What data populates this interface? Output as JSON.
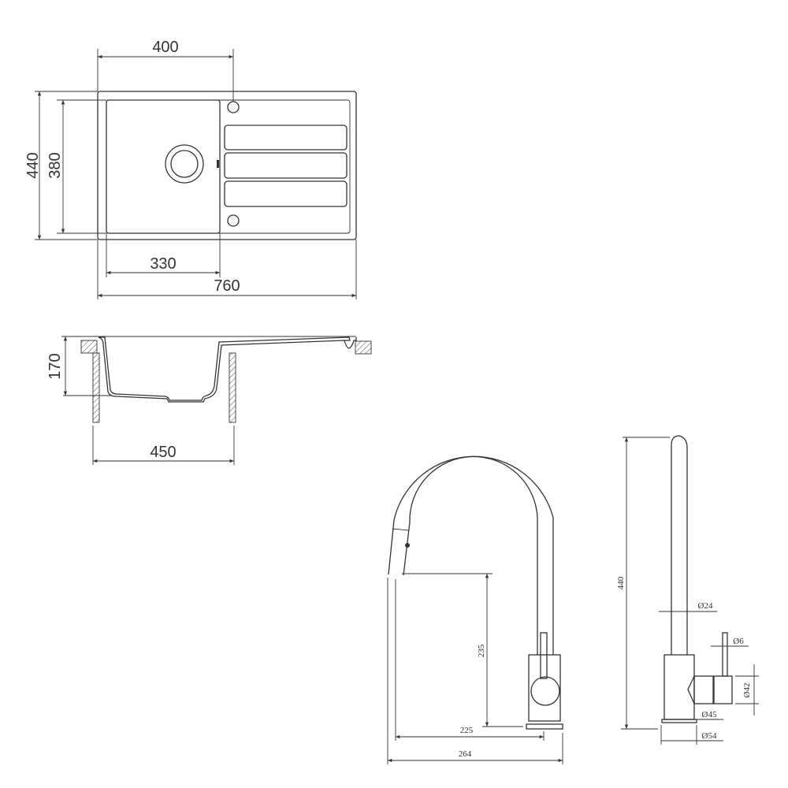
{
  "sink_top_view": {
    "width_to_tap_hole": "400",
    "overall_depth": "440",
    "bowl_depth": "380",
    "bowl_width": "330",
    "overall_width": "760"
  },
  "sink_section_view": {
    "bowl_height": "170",
    "cabinet_width": "450"
  },
  "faucet_front_view": {
    "spout_height": "235",
    "spout_reach": "225",
    "overall_reach": "264"
  },
  "faucet_side_view": {
    "overall_height": "440",
    "tube_diameter": "Ø24",
    "lever_diameter": "Ø6",
    "handle_diameter": "Ø42",
    "body_diameter": "Ø45",
    "base_diameter": "Ø54"
  },
  "colors": {
    "line": "#333333",
    "background": "#ffffff"
  }
}
